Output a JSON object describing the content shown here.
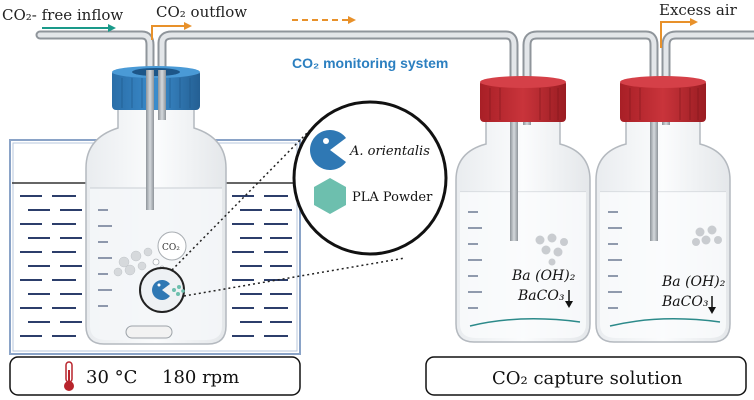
{
  "labels": {
    "inflow": "CO₂- free inflow",
    "outflow": "CO₂ outflow",
    "monitoring": "CO₂ monitoring system",
    "excess_air": "Excess air",
    "co2_bubble": "CO₂",
    "organism": "A. orientalis",
    "substrate": "PLA Powder",
    "ba_oh2": "Ba (OH)₂",
    "baco3": "BaCO₃",
    "ba_oh2_2": "Ba (OH)₂",
    "baco3_2": "BaCO₃",
    "temperature": "30 °C",
    "speed": "180 rpm",
    "capture": "CO₂ capture solution"
  },
  "colors": {
    "inflow_arrow": "#1a9a8a",
    "outflow_arrow": "#e8912a",
    "monitoring_text": "#2b7fc0",
    "blue_cap": "#2f78b4",
    "red_cap": "#b8242c",
    "water_dash": "#2c3e6b",
    "tube": "#9aa0a6",
    "organism": "#2f78b4",
    "pla": "#6dbfae"
  },
  "icons": [
    "thermometer-icon",
    "pacman-organism-icon",
    "hexagon-pla-icon"
  ]
}
